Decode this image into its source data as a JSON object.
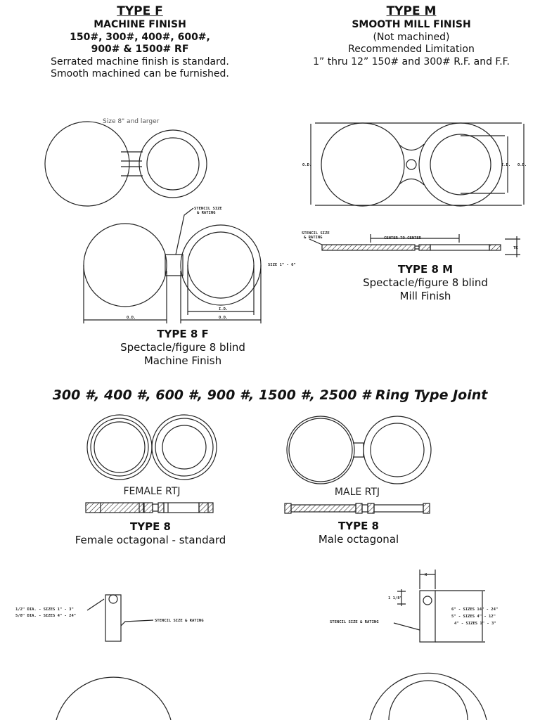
{
  "type_f": {
    "title": "TYPE F",
    "subtitle": "MACHINE FINISH",
    "ratings_line1": "150#, 300#, 400#, 600#,",
    "ratings_line2": "900# & 1500# RF",
    "note1": "Serrated machine finish is standard.",
    "note2": "Smooth machined can be furnished."
  },
  "type_m": {
    "title": "TYPE M",
    "subtitle": "SMOOTH MILL FINISH",
    "note1": "(Not machined)",
    "note2": "Recommended Limitation",
    "note3": "1” thru 12”  150# and 300# R.F. and F.F."
  },
  "drawings": {
    "size_note": "Size 8\" and larger",
    "stencil_size_rating": "STENCIL SIZE & RATING",
    "size_range": "SIZE 1\" - 6\"",
    "id_label": "I.D.",
    "od_label": "O.D.",
    "od_abbr": "O.D.",
    "id_abbr": "I.D.",
    "center_to_center": "CENTER TO CENTER",
    "tk": "TK",
    "female_rtj": "FEMALE RTJ",
    "male_rtj": "MALE RTJ",
    "hole_note1": "1/2\" DIA. - SIZES 1\" - 3\"",
    "hole_note2": "5/8\" DIA. - SIZES 4\" - 24\"",
    "stencil_rating_long": "STENCIL SIZE & RATING",
    "x_label": "X",
    "dim_1_1_8": "1 1/8\"",
    "x_note1": "6\" - SIZES 14\" - 24\"",
    "x_note2": "5\" - SIZES 4\" - 12\"",
    "x_note3": "4\" - SIZES 1\" - 3\""
  },
  "type_8f": {
    "title": "TYPE 8 F",
    "line1": "Spectacle/figure 8 blind",
    "line2": "Machine Finish"
  },
  "type_8m": {
    "title": "TYPE 8 M",
    "line1": "Spectacle/figure 8 blind",
    "line2": "Mill Finish"
  },
  "rtj_heading": "300 #, 400 #, 600 #, 900 #, 1500 #, 2500 #  Ring Type Joint",
  "female": {
    "title": "TYPE 8",
    "line1": "Female octagonal - standard"
  },
  "male": {
    "title": "TYPE 8",
    "line1": "Male octagonal"
  }
}
